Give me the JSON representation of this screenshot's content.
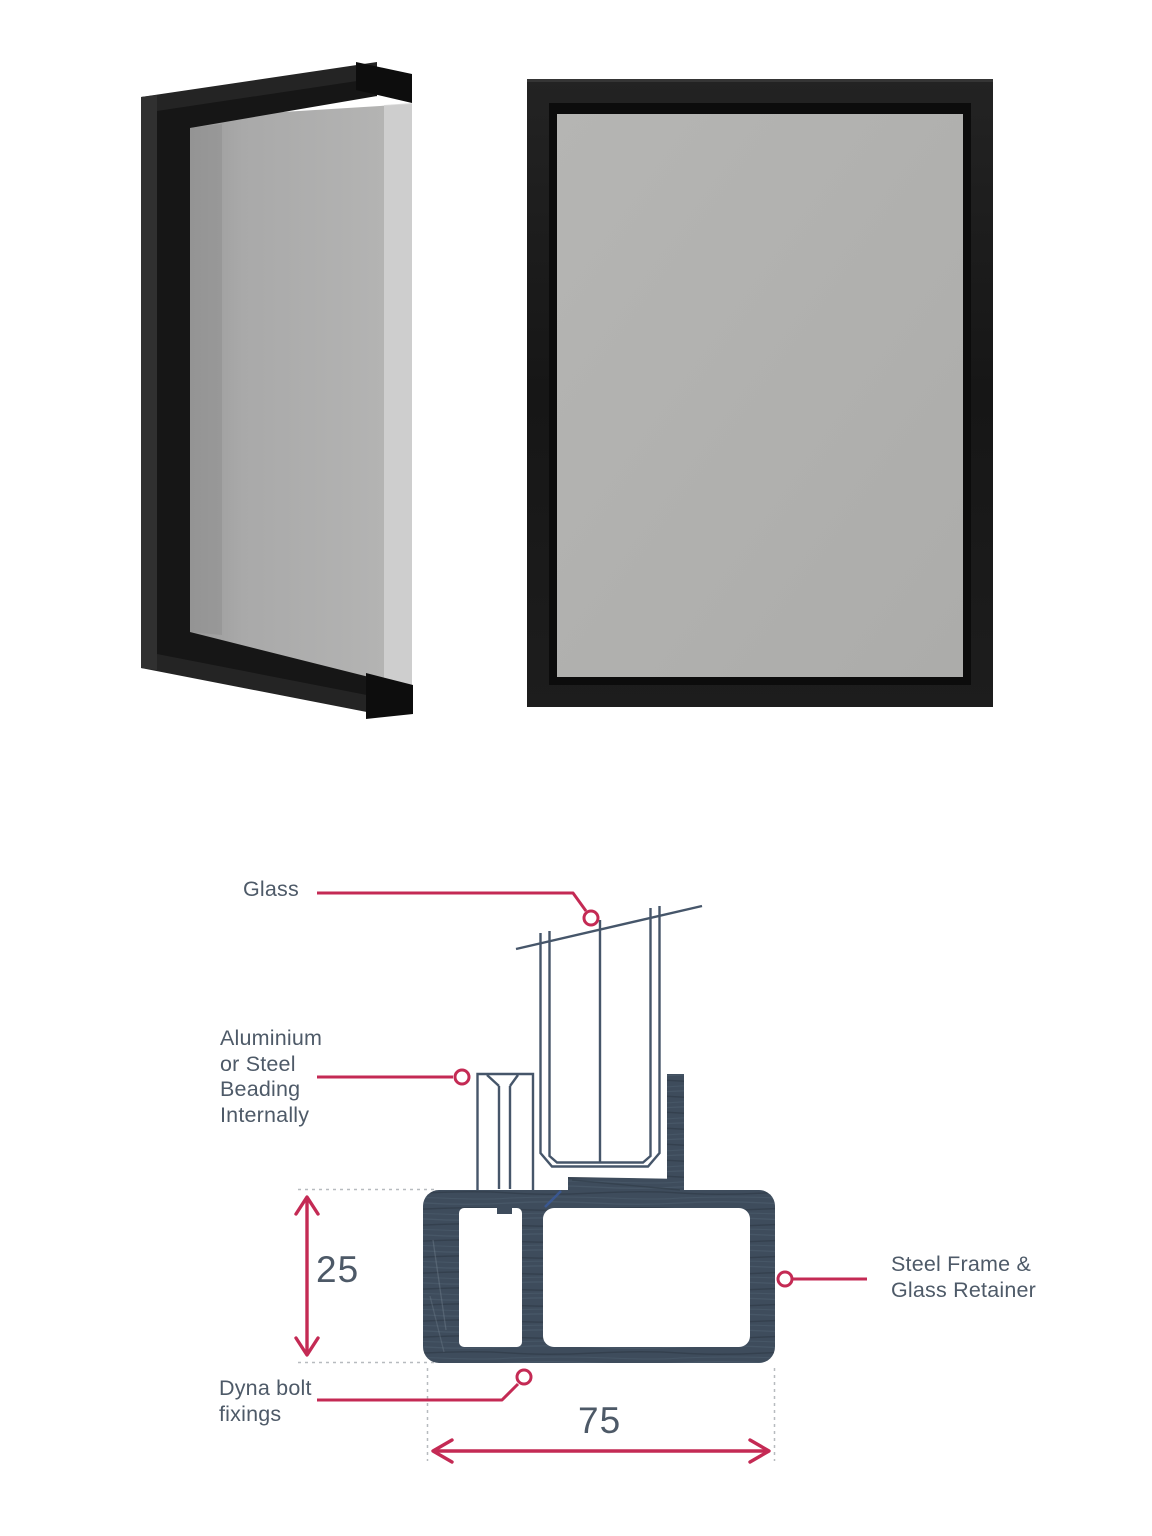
{
  "figure": {
    "kind": "steel window frame product renders with cross-section detail"
  },
  "labels": {
    "glass": "Glass",
    "beading": "Aluminium\nor Steel\nBeading\nInternally",
    "frame_retainer": "Steel Frame &\nGlass Retainer",
    "dyna_bolt": "Dyna bolt\nfixings"
  },
  "dimensions": {
    "height": "25",
    "width": "75"
  },
  "colors": {
    "accent": "#c42a54",
    "steel_fill": "#3e4c5c",
    "outline": "#46566a",
    "text": "#4e5a68",
    "dashed": "#b7bbbf",
    "blue_detail": "#3a5a9a",
    "glass_gray": "#b1b1b0",
    "frame_black": "#1c1c1c"
  }
}
